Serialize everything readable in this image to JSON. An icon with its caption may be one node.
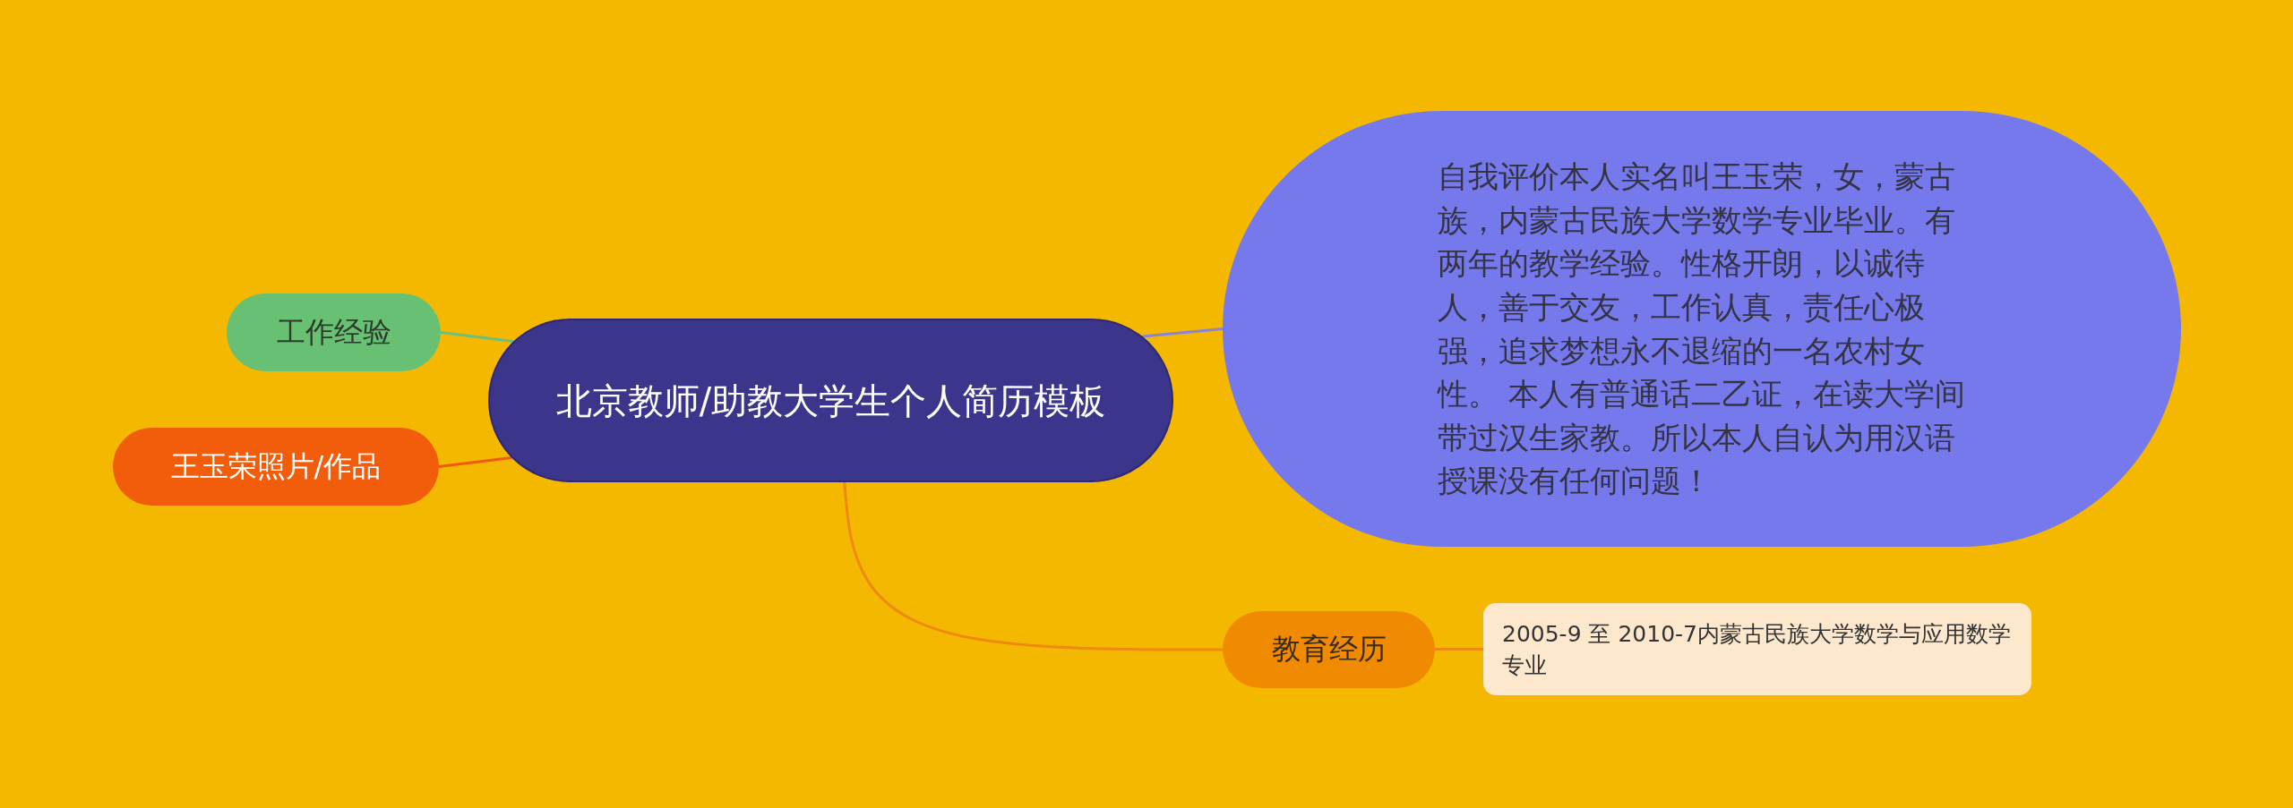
{
  "diagram": {
    "nodes": [
      {
        "text": [
          "北京教师/助教大学生个人简历模板"
        ]
      },
      {
        "text": [
          "工作经验"
        ]
      },
      {
        "text": [
          "王玉荣照片/作品"
        ]
      },
      {
        "text": [
          "自我评价本人实名叫王玉荣，女，蒙古族，内蒙古民族大学数学专业毕业。有两年的教学经验。性格开朗，以诚待人，善于交友，工作认真，责任心极强，追求梦想永不退缩的一名农村女性。 本人有普通话二乙证，在读大学间带过汉生家教。所以本人自认为用汉语授课没有任何问题！"
        ]
      },
      {
        "text": [
          "教育经历"
        ]
      },
      {
        "text": [
          "2005-9 至 2010-7内蒙古民族大学数学与应用数学专业"
        ]
      }
    ],
    "edges": [
      {
        "from": 0,
        "to": 1,
        "arrow": "none",
        "color": "#6cc07a"
      },
      {
        "from": 0,
        "to": 2,
        "arrow": "none",
        "color": "#ee5a10"
      },
      {
        "from": 0,
        "to": 3,
        "arrow": "none",
        "color": "#8a84d8"
      },
      {
        "from": 0,
        "to": 4,
        "arrow": "none",
        "color": "#ee8a10"
      },
      {
        "from": 4,
        "to": 5,
        "arrow": "none",
        "color": "#ee8a10"
      }
    ]
  }
}
